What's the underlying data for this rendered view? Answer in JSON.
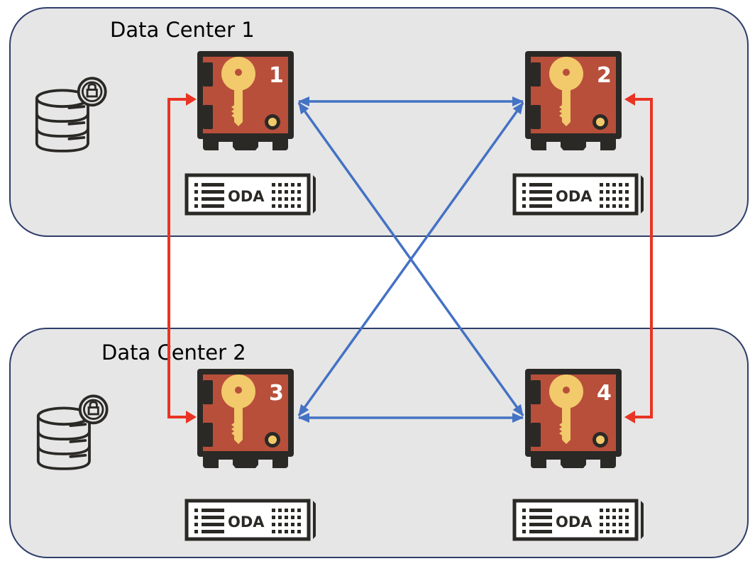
{
  "colors": {
    "background": "#ffffff",
    "datacenter_fill": "#e6e6e6",
    "datacenter_border": "#2f3e6a",
    "safe_body": "#2b2926",
    "safe_door": "#b84f3b",
    "key": "#f2c96b",
    "replication_red": "#ea3323",
    "replication_blue": "#4472c4",
    "icon_dark": "#2b2926"
  },
  "datacenters": [
    {
      "id": "dc1",
      "title": "Data Center 1",
      "database_icon": "encrypted-database-icon",
      "keystores": [
        {
          "id": "ks1",
          "number": "1",
          "icon": "key-safe-icon",
          "appliance_label": "ODA"
        },
        {
          "id": "ks2",
          "number": "2",
          "icon": "key-safe-icon",
          "appliance_label": "ODA"
        }
      ]
    },
    {
      "id": "dc2",
      "title": "Data Center 2",
      "database_icon": "encrypted-database-icon",
      "keystores": [
        {
          "id": "ks3",
          "number": "3",
          "icon": "key-safe-icon",
          "appliance_label": "ODA"
        },
        {
          "id": "ks4",
          "number": "4",
          "icon": "key-safe-icon",
          "appliance_label": "ODA"
        }
      ]
    }
  ],
  "connections": [
    {
      "from": "1",
      "to": "3",
      "color": "red",
      "bidirectional": true
    },
    {
      "from": "2",
      "to": "4",
      "color": "red",
      "bidirectional": true
    },
    {
      "from": "1",
      "to": "2",
      "color": "blue",
      "bidirectional": true
    },
    {
      "from": "3",
      "to": "4",
      "color": "blue",
      "bidirectional": true
    },
    {
      "from": "1",
      "to": "4",
      "color": "blue",
      "bidirectional": true
    },
    {
      "from": "2",
      "to": "3",
      "color": "blue",
      "bidirectional": true
    }
  ]
}
